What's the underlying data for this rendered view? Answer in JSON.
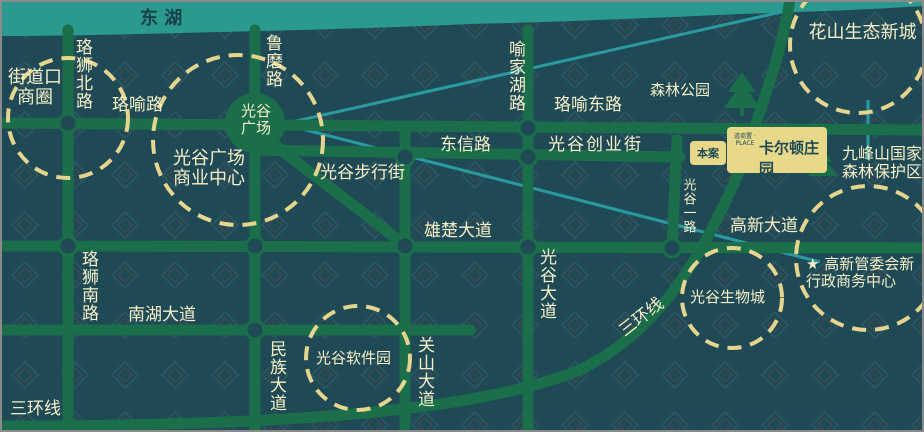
{
  "lake": {
    "name": "东 湖"
  },
  "colors": {
    "water": "#2a9a8f",
    "land": "#1f4a55",
    "road": "#1a6f4a",
    "circle": "#e6d58f",
    "label": "#f5efc8",
    "teal_line": "#2a9aa0"
  },
  "roads": {
    "luoshi_north": "珞狮北路",
    "lushe": "鲁磨路",
    "yujia_lake": "喻家湖路",
    "luoyu": "珞喻路",
    "luoyu_east": "珞喻东路",
    "dongxin": "东信路",
    "guanggu_chuangye": "光谷创业街",
    "guanggu_walk": "光谷步行街",
    "xiongchu": "雄楚大道",
    "guanggu_1st": "光谷一路",
    "gaoxin": "高新大道",
    "luoshi_south": "珞狮南路",
    "guanggu_ave": "光谷大道",
    "nanhu": "南湖大道",
    "minzu": "民族大道",
    "guanshan": "关山大道",
    "third_ring_right": "三环线",
    "third_ring_left": "三环线"
  },
  "zones": {
    "jiedaokou": "街道口商圈",
    "guanggu_square": "光谷广场",
    "guanggu_commercial": "光谷广场商业中心",
    "huashan": "花山生态新城",
    "senlin_park": "森林公园",
    "jiufeng": "九峰山国家森林保护区",
    "biocity": "光谷生物城",
    "software_park": "光谷软件园",
    "gaoxin_committee": "★ 高新管委会新行政商务中心"
  },
  "project": {
    "badge": "本案",
    "logo_text": "道商置 · PLACE",
    "name": "卡尔顿庄园"
  },
  "icons": [
    "tree-icon",
    "tree-icon",
    "star-icon"
  ]
}
